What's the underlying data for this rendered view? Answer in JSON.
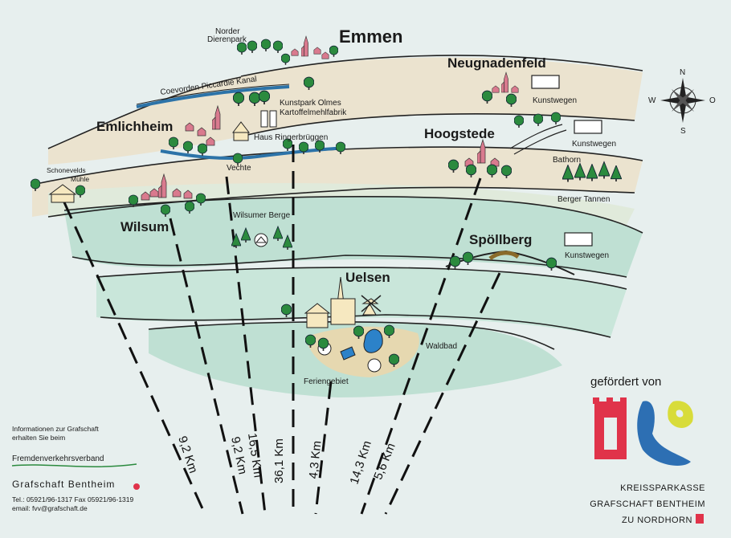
{
  "places": {
    "emmen": "Emmen",
    "norder_dierenpark": [
      "Norder",
      "Dierenpark"
    ],
    "neugnadenfeld": "Neugnadenfeld",
    "kanal": "Coevorden Piccardie Kanal",
    "kunstpark": [
      "Kunstpark Olmes",
      "Kartoffelmehlfabrik"
    ],
    "emlichheim": "Emlichheim",
    "haus_ringerbruggen": "Haus Ringerbrüggen",
    "hoogstede": "Hoogstede",
    "bathorn": "Bathorn",
    "schonevelds": [
      "Schonevelds",
      "Mühle"
    ],
    "vechte": "Vechte",
    "berger_tannen": "Berger Tannen",
    "wilsum": "Wilsum",
    "wilsumer_berge": "Wilsumer Berge",
    "spoellberg": "Spöllberg",
    "uelsen": "Uelsen",
    "waldbad": "Waldbad",
    "feriengebiet": "Feriengebiet",
    "kunstwegen": "Kunstwegen"
  },
  "compass": {
    "n": "N",
    "s": "S",
    "w": "W",
    "o": "O"
  },
  "distances": [
    "9,2 Km",
    "9,2 Km",
    "16,5 Km",
    "36,1 Km",
    "4,3 Km",
    "14,3 Km",
    "5,6 Km"
  ],
  "info": {
    "intro": [
      "Informationen zur Grafschaft",
      "erhalten Sie beim"
    ],
    "org1": "Fremdenverkehrsverband",
    "org2": "Grafschaft Bentheim",
    "phone": "Tel.: 05921/96-1317  Fax 05921/96-1319",
    "email": "email: fvv@grafschaft.de"
  },
  "sponsor": {
    "label": "gefördert von",
    "bank": [
      "KREISSPARKASSE",
      "GRAFSCHAFT BENTHEIM",
      "ZU NORDHORN"
    ]
  },
  "colors": {
    "band_green": "#bfe0d3",
    "band_beige": "#ebe3cf",
    "house": "#d97a8e",
    "tree": "#2b8a3e",
    "logo_red": "#e0334a",
    "logo_blue": "#2d6fb3",
    "logo_yellow": "#d8dc3a"
  }
}
